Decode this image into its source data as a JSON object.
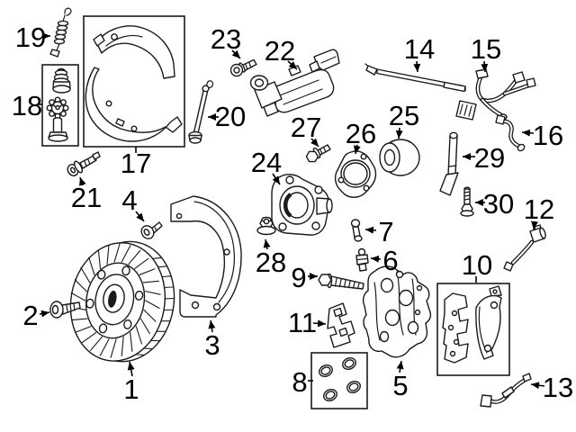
{
  "colors": {
    "background": "#ffffff",
    "line": "#1a1a1a",
    "label": "#000000"
  },
  "callouts": [
    {
      "number": "1",
      "part": "brake-rotor"
    },
    {
      "number": "2",
      "part": "rotor-retaining-bolt"
    },
    {
      "number": "3",
      "part": "splash-shield"
    },
    {
      "number": "4",
      "part": "shield-screw"
    },
    {
      "number": "5",
      "part": "brake-caliper"
    },
    {
      "number": "6",
      "part": "bleeder-valve"
    },
    {
      "number": "7",
      "part": "bleeder-cap-pin"
    },
    {
      "number": "8",
      "part": "caliper-seal-kit"
    },
    {
      "number": "9",
      "part": "caliper-mount-bolt"
    },
    {
      "number": "10",
      "part": "brake-pad-set"
    },
    {
      "number": "11",
      "part": "anti-rattle-clip"
    },
    {
      "number": "12",
      "part": "wear-sensor"
    },
    {
      "number": "13",
      "part": "sensor-wire"
    },
    {
      "number": "14",
      "part": "parking-brake-rod"
    },
    {
      "number": "15",
      "part": "wiring-harness"
    },
    {
      "number": "16",
      "part": "hose"
    },
    {
      "number": "17",
      "part": "parking-brake-shoe-set"
    },
    {
      "number": "18",
      "part": "adjuster-hardware-kit"
    },
    {
      "number": "19",
      "part": "adjuster-spring"
    },
    {
      "number": "20",
      "part": "link-rod"
    },
    {
      "number": "21",
      "part": "mounting-bolt"
    },
    {
      "number": "22",
      "part": "parking-brake-actuator"
    },
    {
      "number": "23",
      "part": "socket-head-bolt"
    },
    {
      "number": "24",
      "part": "hub-flange"
    },
    {
      "number": "25",
      "part": "bushing-roller"
    },
    {
      "number": "26",
      "part": "gasket"
    },
    {
      "number": "27",
      "part": "hex-flange-bolt"
    },
    {
      "number": "28",
      "part": "flange-nut"
    },
    {
      "number": "29",
      "part": "actuator-lever"
    },
    {
      "number": "30",
      "part": "lever-bolt"
    }
  ]
}
